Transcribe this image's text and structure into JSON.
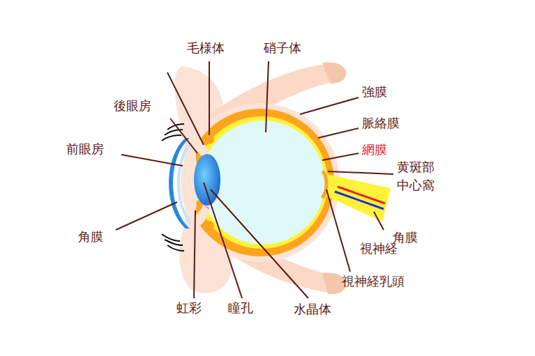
{
  "diagram": {
    "labels": [
      "毛様体",
      "硝子体",
      "強膜",
      "後眼房",
      "脈絡膜",
      "網膜",
      "前眼房",
      "黄斑部 中心窩",
      "角膜",
      "視神経",
      "角膜",
      "視神経乳頭",
      "虹彩",
      "瞳孔",
      "水晶体"
    ]
  }
}
